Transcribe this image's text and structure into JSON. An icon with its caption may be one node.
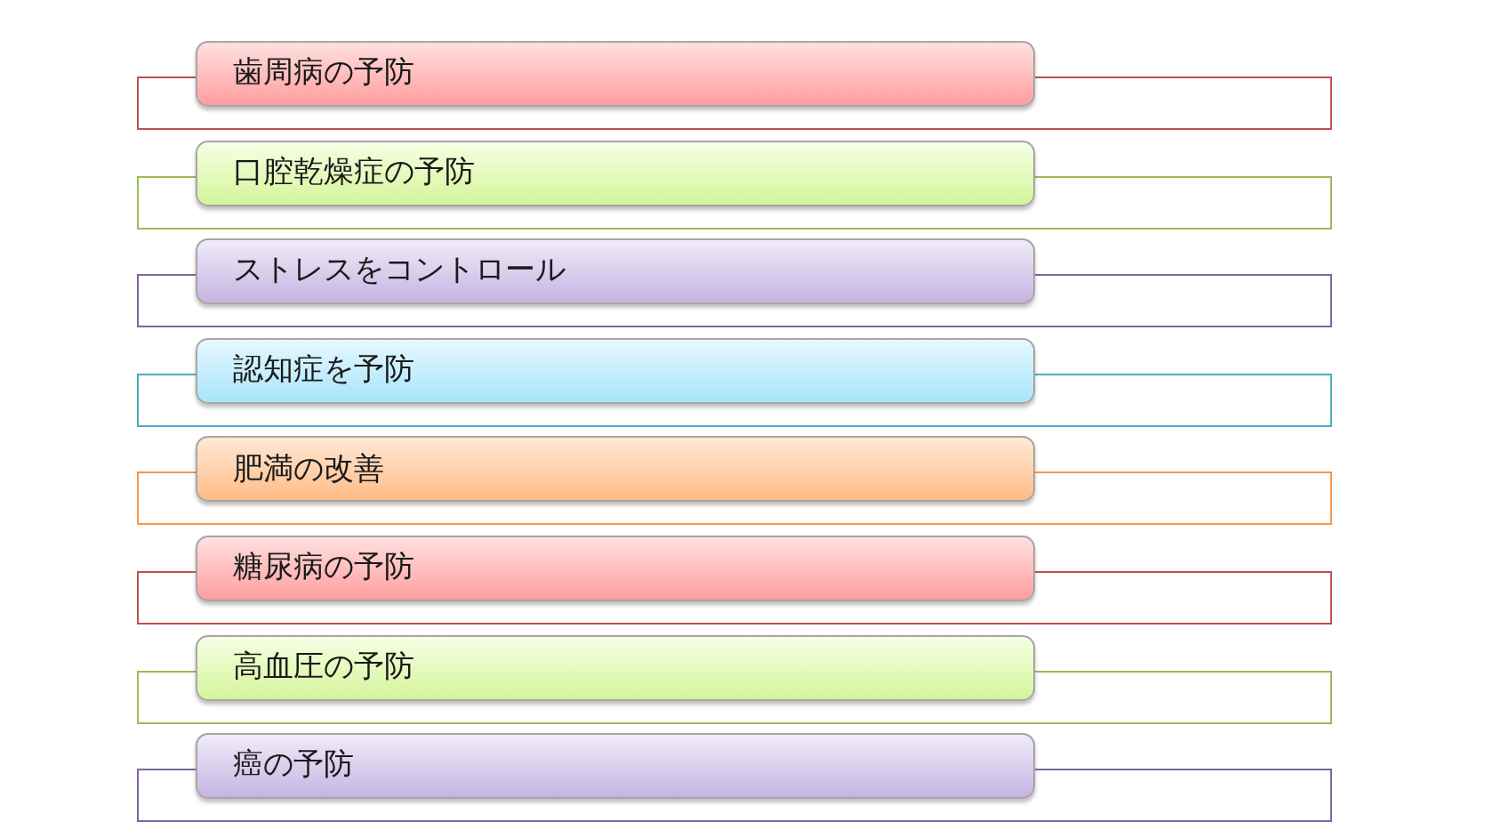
{
  "diagram": {
    "nodes": [
      {
        "text": [
          "歯周病の予防"
        ]
      },
      {
        "text": [],
        "shape": "box"
      },
      {
        "text": [
          "口腔乾燥症の予防"
        ]
      },
      {
        "text": [],
        "shape": "box"
      },
      {
        "text": [
          "ストレスをコントロール"
        ]
      },
      {
        "text": [],
        "shape": "box"
      },
      {
        "text": [
          "認知症を予防"
        ]
      },
      {
        "text": [],
        "shape": "box"
      },
      {
        "text": [
          "肥満の改善"
        ]
      },
      {
        "text": [],
        "shape": "box"
      },
      {
        "text": [
          "糖尿病の予防"
        ]
      },
      {
        "text": [],
        "shape": "box"
      },
      {
        "text": [
          "高血圧の予防"
        ]
      },
      {
        "text": [],
        "shape": "box"
      },
      {
        "text": [
          "癌の予防"
        ]
      },
      {
        "text": [],
        "shape": "box"
      }
    ]
  }
}
